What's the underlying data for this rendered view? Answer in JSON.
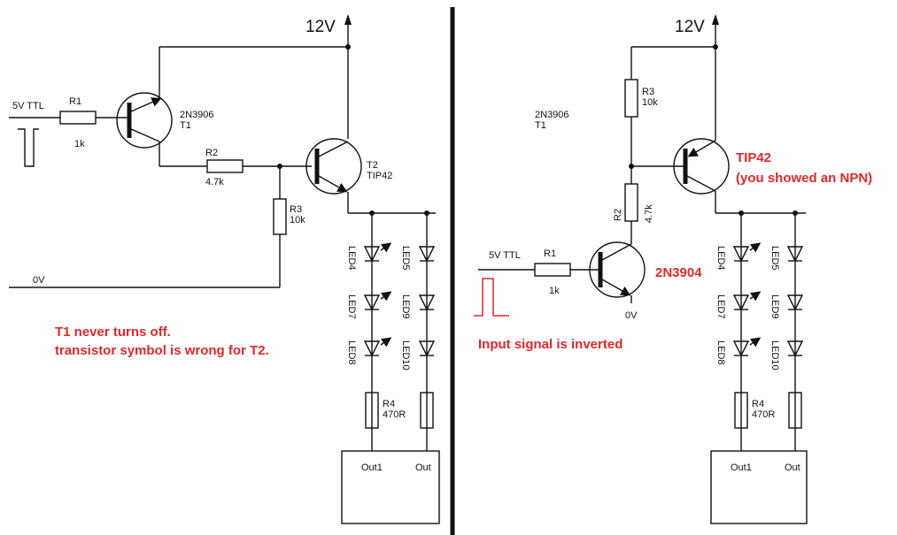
{
  "left": {
    "supply": "12V",
    "input": "5V TTL",
    "ground": "0V",
    "r1": {
      "name": "R1",
      "value": "1k"
    },
    "t1": {
      "type": "2N3906",
      "name": "T1"
    },
    "r2": {
      "name": "R2",
      "value": "4.7k"
    },
    "r3": {
      "name": "R3",
      "value": "10k"
    },
    "t2": {
      "name": "T2",
      "type": "TIP42"
    },
    "leds": [
      "LED4",
      "LED5",
      "LED7",
      "LED9",
      "LED8",
      "LED10"
    ],
    "r4": {
      "name": "R4",
      "value": "470R"
    },
    "outs": [
      "Out1",
      "Out"
    ],
    "notes": [
      "T1 never turns off.",
      "transistor symbol is wrong for T2."
    ]
  },
  "right": {
    "supply": "12V",
    "input": "5V TTL",
    "ground": "0V",
    "r1": {
      "name": "R1",
      "value": "1k"
    },
    "t1": {
      "type": "2N3906",
      "name": "T1"
    },
    "r3": {
      "name": "R3",
      "value": "10k"
    },
    "r2": {
      "name": "R2",
      "value": "4.7k"
    },
    "npn_label": "2N3904",
    "pnp_label": "TIP42",
    "pnp_note": "(you showed an NPN)",
    "leds": [
      "LED4",
      "LED5",
      "LED7",
      "LED9",
      "LED8",
      "LED10"
    ],
    "r4": {
      "name": "R4",
      "value": "470R"
    },
    "outs": [
      "Out1",
      "Out"
    ],
    "note": "Input signal is inverted"
  }
}
